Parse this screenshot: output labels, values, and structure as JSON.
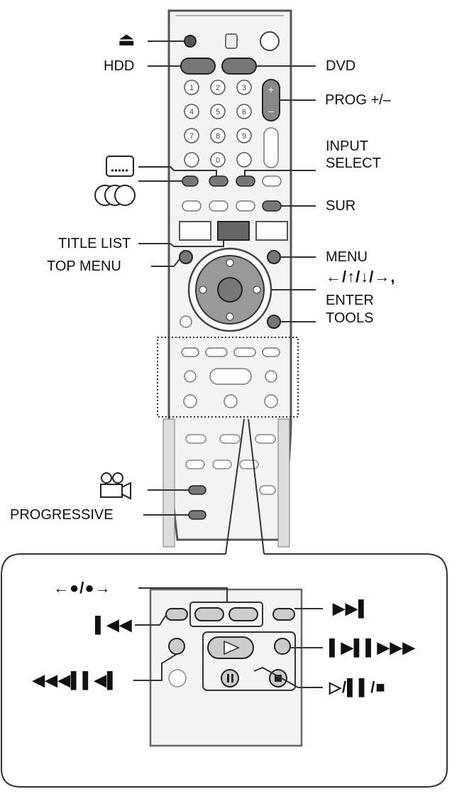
{
  "labels": {
    "eject": "⏏",
    "hdd": "HDD",
    "dvd": "DVD",
    "prog": "PROG +/–",
    "input_select_line1": "INPUT",
    "input_select_line2": "SELECT",
    "sur": "SUR",
    "title_list": "TITLE LIST",
    "top_menu": "TOP MENU",
    "menu": "MENU",
    "arrows": "←/↑/↓/→,",
    "enter": "ENTER",
    "tools": "TOOLS",
    "progressive": "PROGRESSIVE"
  },
  "detail_labels": {
    "replay_advance": "←●/●→",
    "next": "▶▶▌",
    "prev": "▌◀◀",
    "rewind_group": "◀◀◀▌▌◀▌",
    "forward_group": "▌▶▌▌▶▶▶",
    "play_pause_stop": "▷/▌▌/■"
  },
  "icons": {
    "subtitle": "subtitle-icon",
    "audio": "audio-icon",
    "angle": "camera-angle-icon"
  },
  "colors": {
    "line": "#333333",
    "button_dark": "#555555",
    "remote_body": "#f2f2f2"
  }
}
